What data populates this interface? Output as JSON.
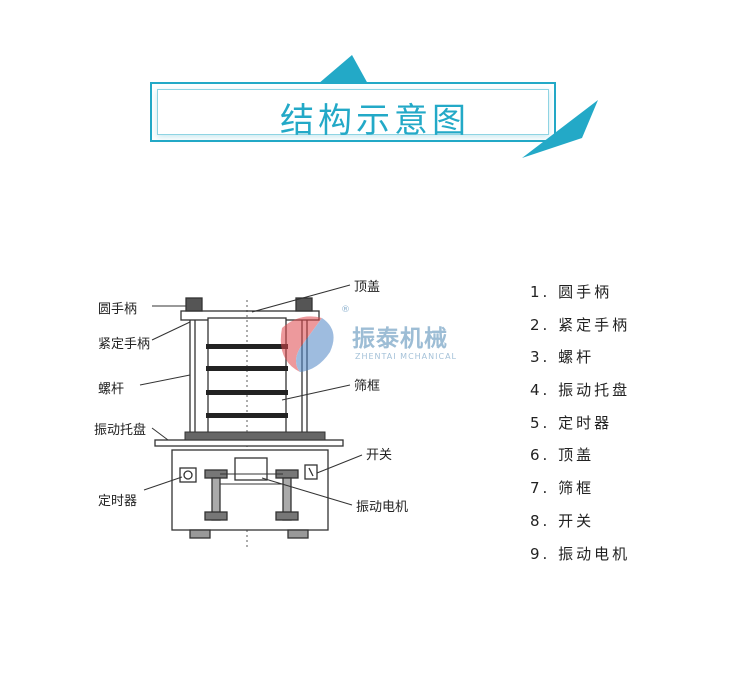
{
  "title": "结构示意图",
  "labels": {
    "handle": "圆手柄",
    "clamp_handle": "紧定手柄",
    "screw_rod": "螺杆",
    "vibrating_tray": "振动托盘",
    "timer": "定时器",
    "top_cover": "顶盖",
    "sieve_frame": "筛框",
    "switch": "开关",
    "motor": "振动电机"
  },
  "legend": [
    "1. 圆手柄",
    "2. 紧定手柄",
    "3. 螺杆",
    "4. 振动托盘",
    "5. 定时器",
    "6. 顶盖",
    "7. 筛框",
    "8. 开关",
    "9. 振动电机"
  ],
  "watermark": {
    "name_cn": "振泰机械",
    "name_en": "ZHENTAI MCHANICAL",
    "registered": "®"
  },
  "colors": {
    "accent": "#23a9c7",
    "line": "#333333"
  }
}
